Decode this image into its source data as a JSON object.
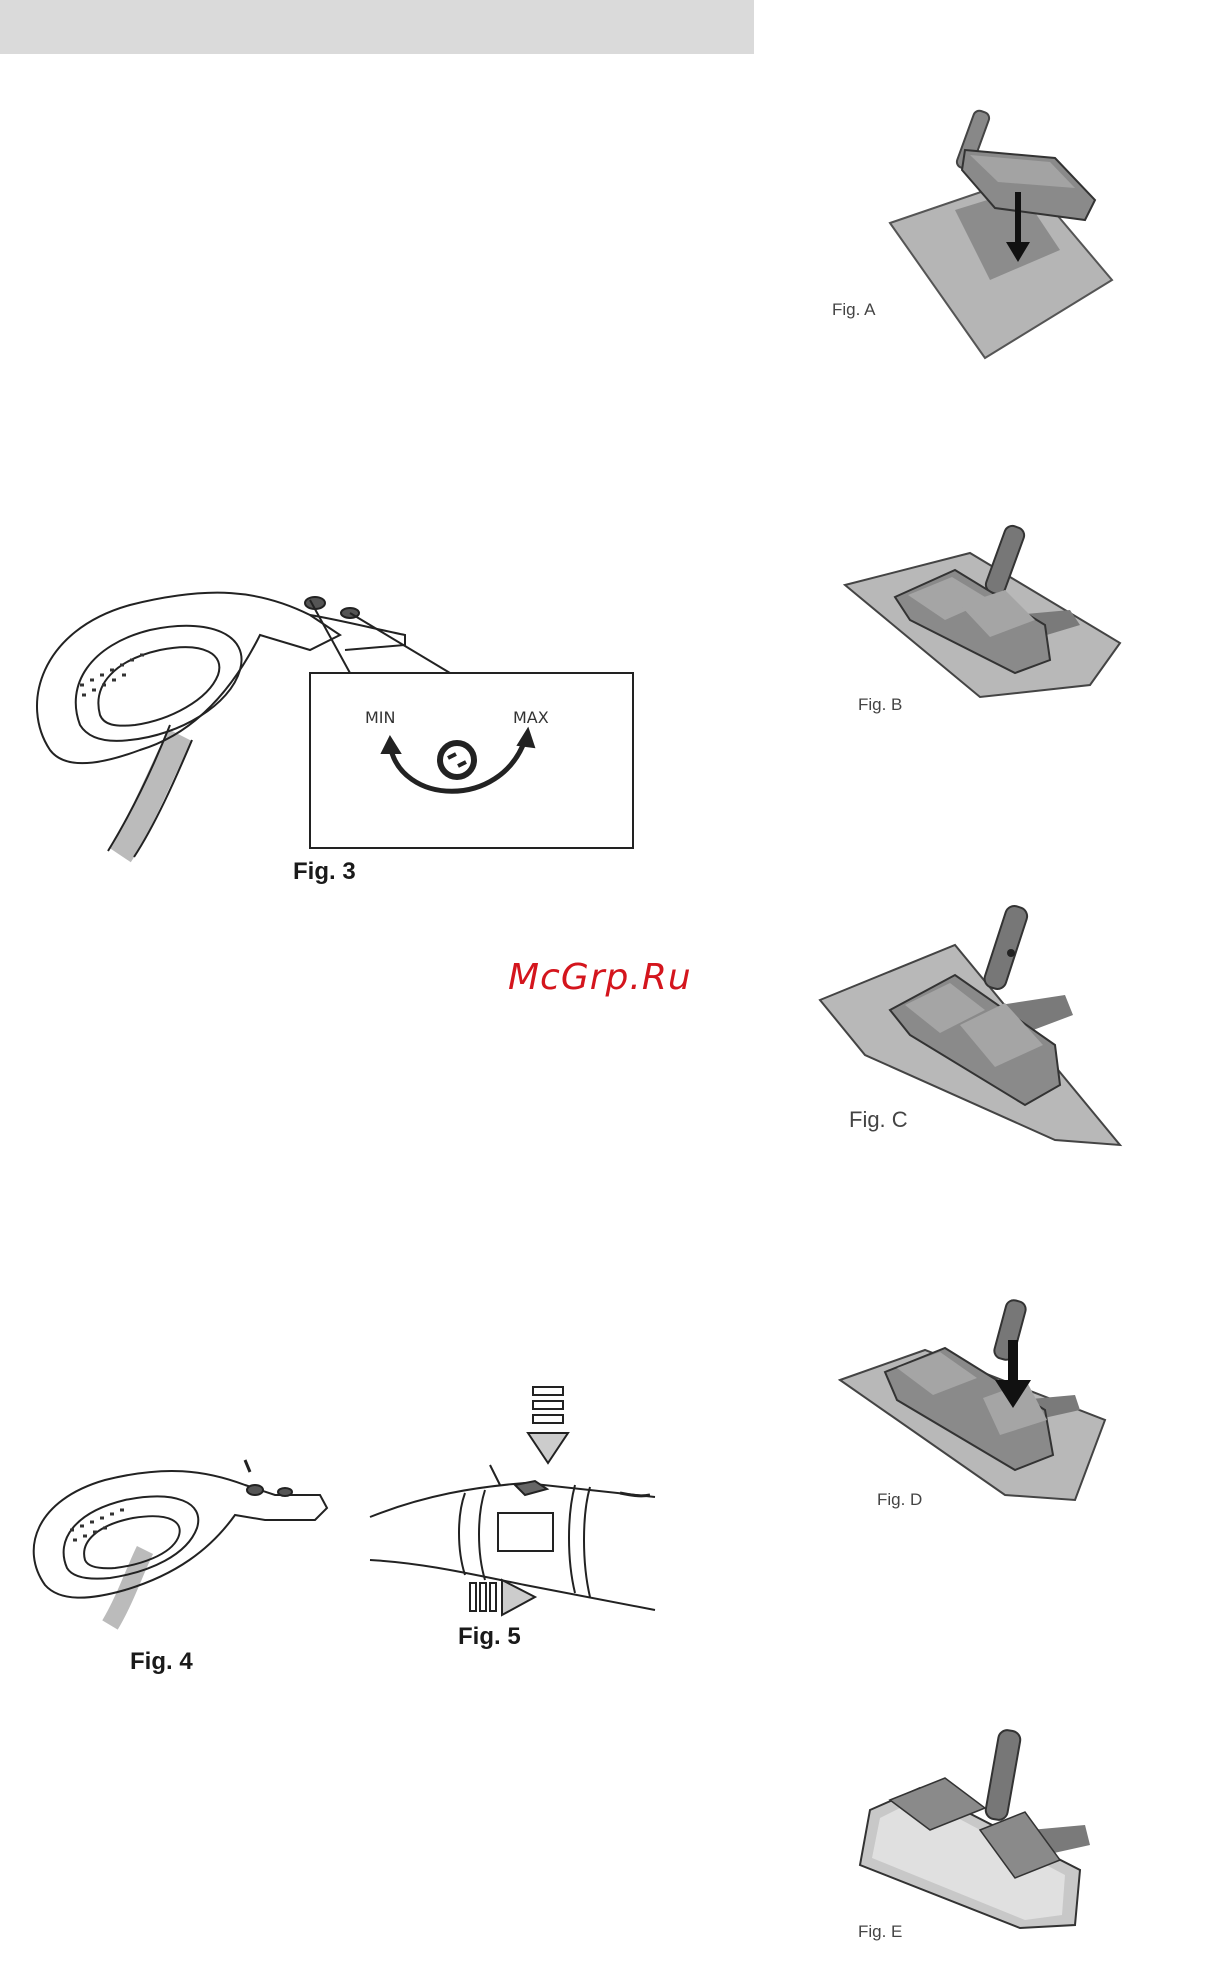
{
  "page": {
    "watermark": "McGrp.Ru"
  },
  "figures": {
    "fig3": {
      "caption": "Fig. 3",
      "min_label": "MIN",
      "max_label": "MAX"
    },
    "fig4": {
      "caption": "Fig. 4"
    },
    "fig5": {
      "caption": "Fig. 5"
    },
    "figA": {
      "caption": "Fig. A"
    },
    "figB": {
      "caption": "Fig. B"
    },
    "figC": {
      "caption": "Fig. C"
    },
    "figD": {
      "caption": "Fig. D"
    },
    "figE": {
      "caption": "Fig. E"
    }
  }
}
